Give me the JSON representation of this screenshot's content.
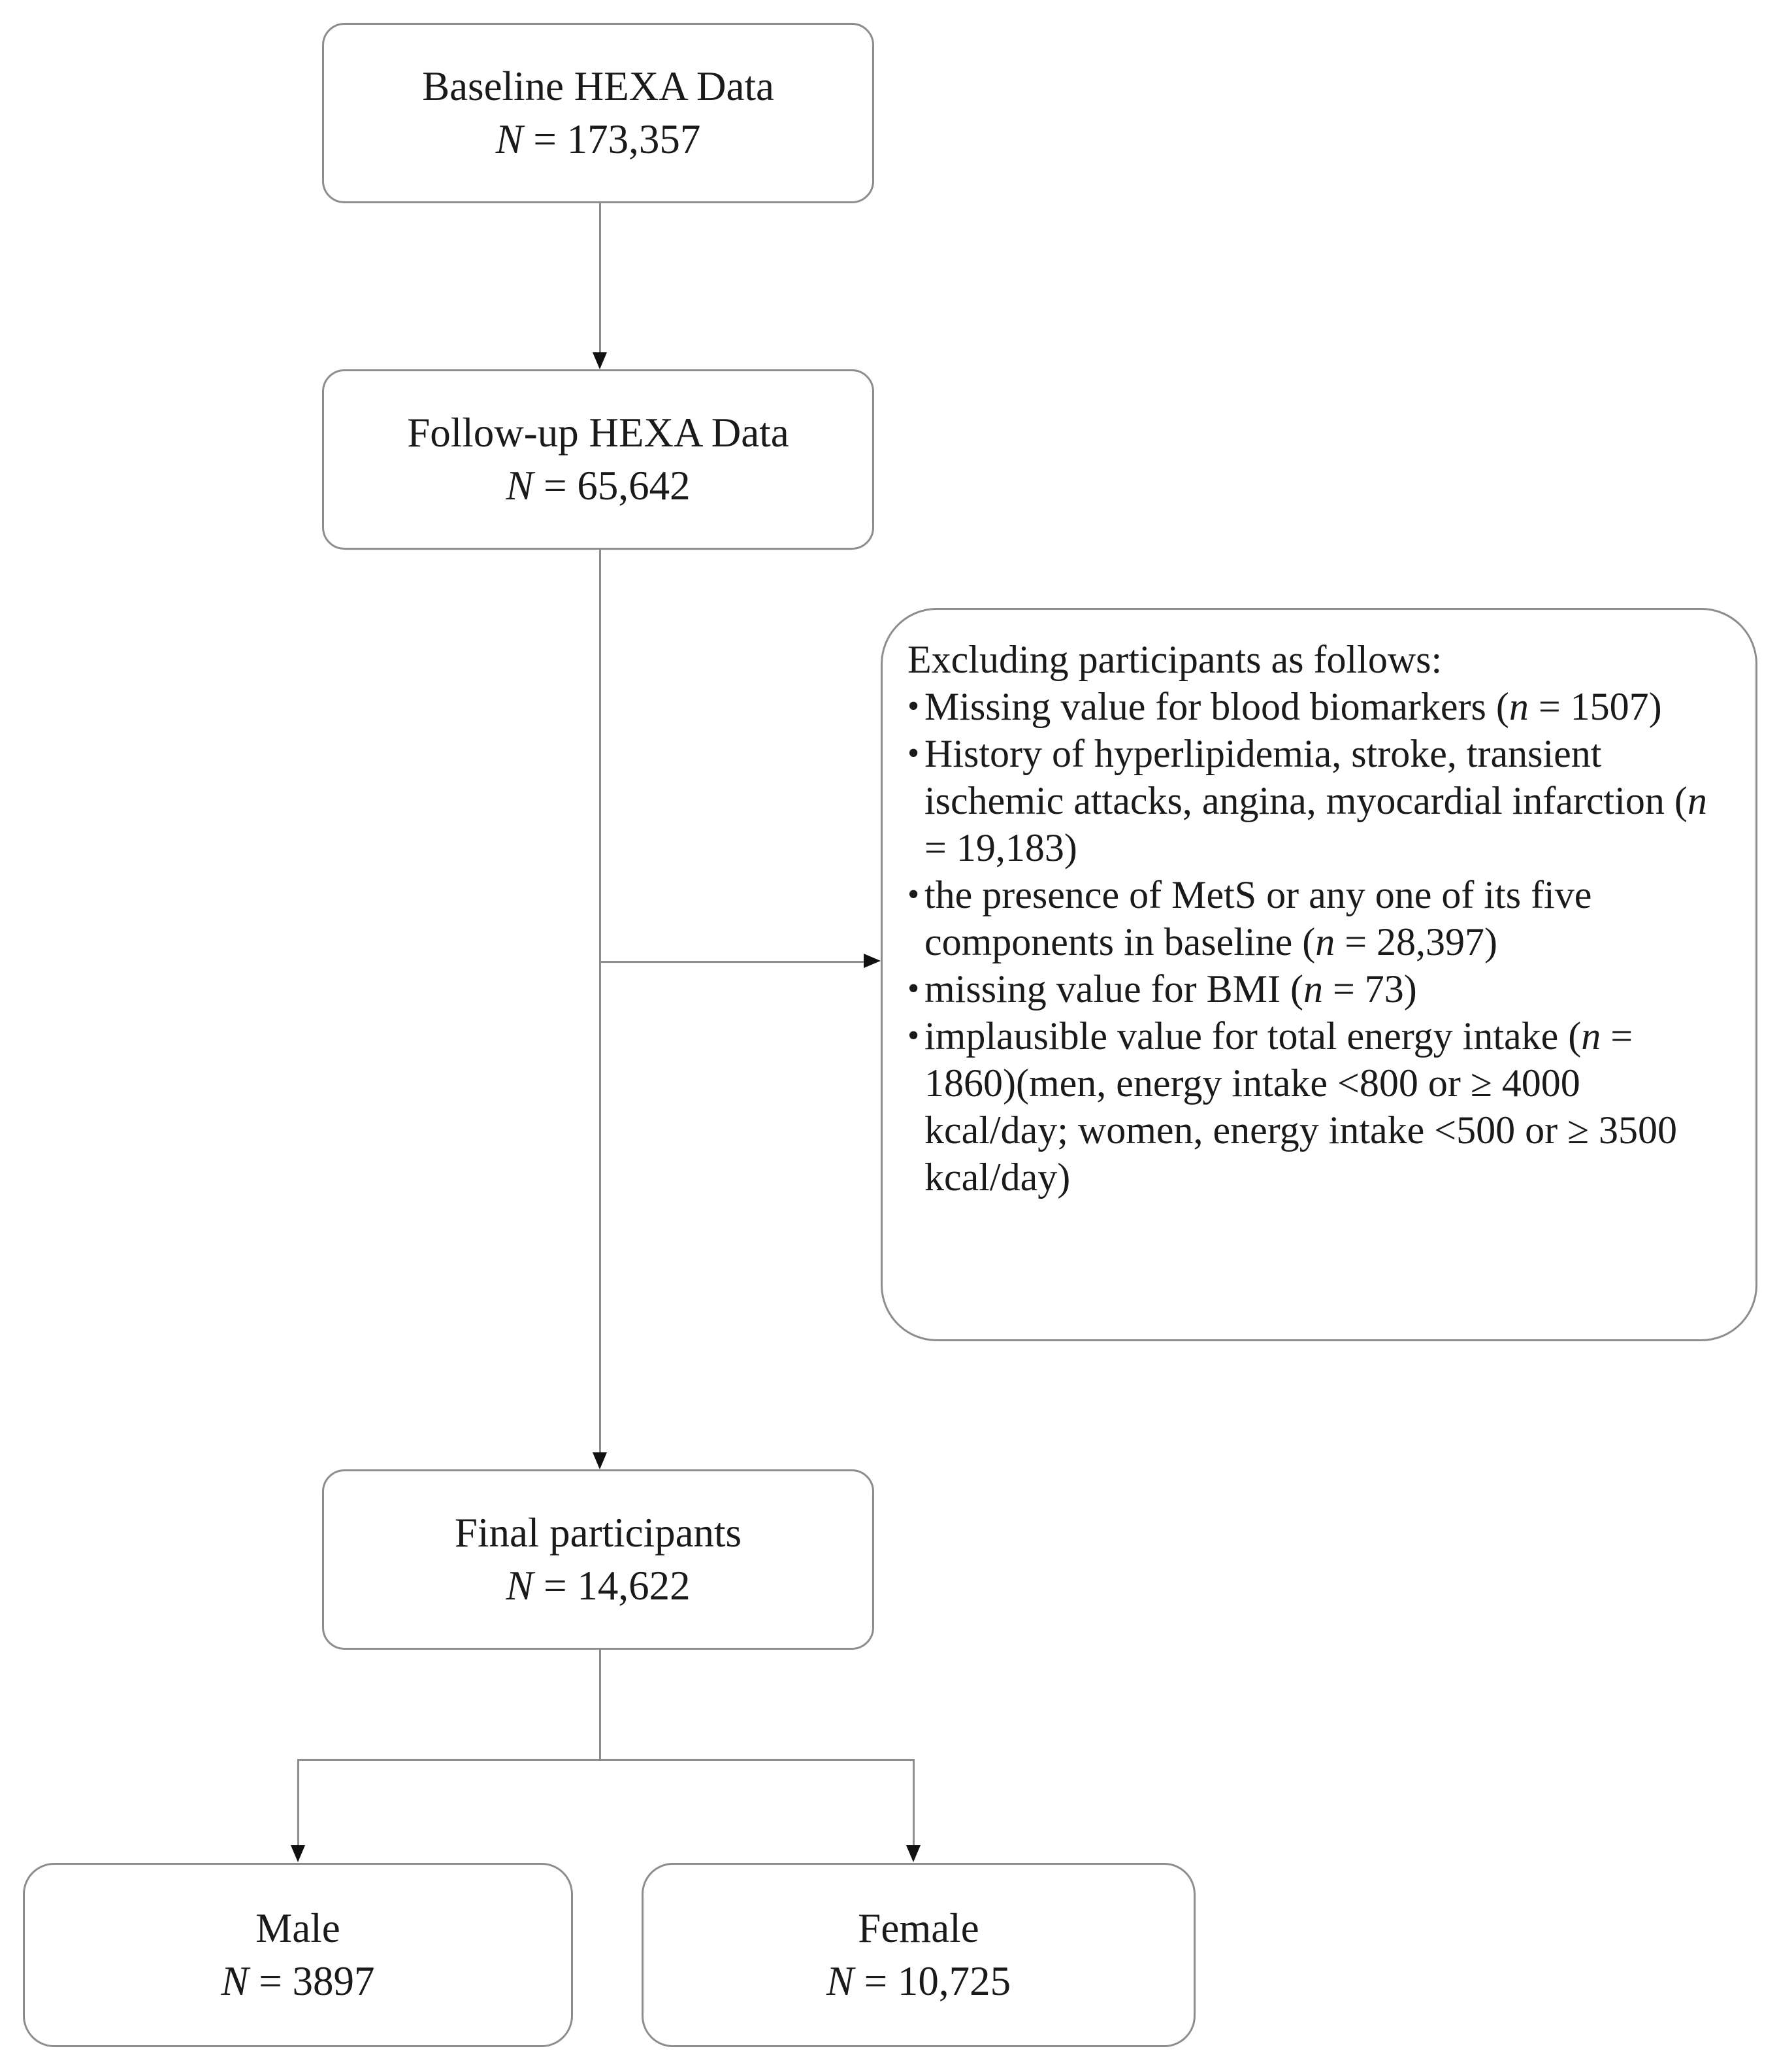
{
  "figure": {
    "type": "flowchart",
    "title": "Participant selection flow diagram",
    "line_color": "#8d8d8d",
    "arrow_color": "#111111",
    "background": "#ffffff"
  },
  "nodes": {
    "baseline": {
      "label": "Baseline HEXA Data",
      "n_prefix": "N",
      "n_equals": " = ",
      "n_value": "173,357"
    },
    "followup": {
      "label": "Follow-up HEXA Data",
      "n_prefix": "N",
      "n_equals": " = ",
      "n_value": "65,642"
    },
    "final": {
      "label": "Final participants",
      "n_prefix": "N",
      "n_equals": " = ",
      "n_value": "14,622"
    },
    "male": {
      "label": "Male",
      "n_prefix": "N",
      "n_equals": " = ",
      "n_value": "3897"
    },
    "female": {
      "label": "Female",
      "n_prefix": "N",
      "n_equals": " = ",
      "n_value": "10,725"
    }
  },
  "exclusions": {
    "heading": "Excluding participants as follows:",
    "items": [
      {
        "text_before": "Missing value for blood biomarkers (",
        "n_symbol": "n",
        "text_after": " = 1507)"
      },
      {
        "text_before": "History of hyperlipidemia, stroke, transient ischemic attacks, angina, myocardial infarction (",
        "n_symbol": "n",
        "text_after": " = 19,183)"
      },
      {
        "text_before": "the presence of MetS or any one of its five components in baseline (",
        "n_symbol": "n",
        "text_after": " = 28,397)"
      },
      {
        "text_before": "missing value for BMI (",
        "n_symbol": "n",
        "text_after": " = 73)"
      },
      {
        "text_before": "implausible value for total energy intake  (",
        "n_symbol": "n",
        "text_after": " = 1860)(men, energy intake <800 or ≥ 4000 kcal/day; women, energy intake <500 or ≥ 3500 kcal/day)"
      }
    ]
  }
}
